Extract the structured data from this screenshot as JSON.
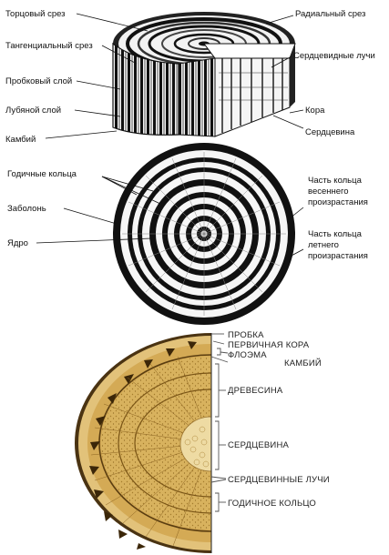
{
  "figure1": {
    "labels": {
      "end_cut": "Торцовый срез",
      "tangential_cut": "Тангенциальный срез",
      "cork_layer": "Пробковый слой",
      "bast_layer": "Лубяной слой",
      "cambium": "Камбий",
      "radial_cut": "Радиальный срез",
      "medullary_rays": "Сердцевидные лучи",
      "bark": "Кора",
      "pith": "Сердцевина"
    }
  },
  "figure2": {
    "labels": {
      "annual_rings": "Годичные кольца",
      "sapwood": "Заболонь",
      "core": "Ядро",
      "spring_part_1": "Часть кольца",
      "spring_part_2": "весеннего",
      "spring_part_3": "произрастания",
      "summer_part_1": "Часть кольца",
      "summer_part_2": "летнего",
      "summer_part_3": "произрастания"
    }
  },
  "figure3": {
    "labels": {
      "cork": "ПРОБКА",
      "primary_bark": "ПЕРВИЧНАЯ КОРА",
      "phloem": "ФЛОЭМА",
      "cambium": "КАМБИЙ",
      "wood": "ДРЕВЕСИНА",
      "pith": "СЕРДЦЕВИНА",
      "medullary_rays": "СЕРДЦЕВИННЫЕ ЛУЧИ",
      "annual_ring": "ГОДИЧНОЕ КОЛЬЦО"
    }
  }
}
